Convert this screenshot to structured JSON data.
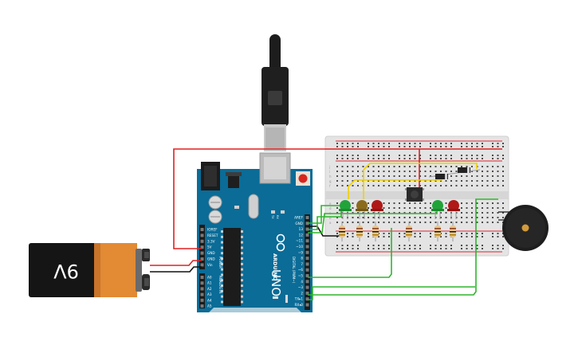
{
  "battery": {
    "label": "9V",
    "voltage": "9V"
  },
  "arduino": {
    "brand": "ARDUINO",
    "model": "UNO",
    "header_digital_label": "DIGITAL (PWM~)",
    "header_power_label": "POWER",
    "header_analog_label": "ANALOG IN",
    "led_tx": "TX",
    "led_rx": "RX",
    "digital_pins": [
      "AREF",
      "GND",
      "13",
      "12",
      "~11",
      "~10",
      "~9",
      "8",
      "7",
      "~6",
      "~5",
      "4",
      "~3",
      "2",
      "TX▸1",
      "RX◂0"
    ],
    "power_pins": [
      "IOREF",
      "RESET",
      "3.3V",
      "5V",
      "GND",
      "GND",
      "Vin"
    ],
    "analog_pins": [
      "A0",
      "A1",
      "A2",
      "A3",
      "A4",
      "A5"
    ]
  },
  "breadboard": {
    "row_letters_top": [
      "j",
      "i",
      "h",
      "g",
      "f"
    ],
    "row_letters_bottom": [
      "e",
      "d",
      "c",
      "b",
      "a"
    ]
  },
  "components": {
    "leds": [
      {
        "name": "led-green-1",
        "color": "#22a33a"
      },
      {
        "name": "led-yellow",
        "color": "#8a6b1e"
      },
      {
        "name": "led-red-1",
        "color": "#b01818"
      },
      {
        "name": "led-green-2",
        "color": "#22a33a"
      },
      {
        "name": "led-red-2",
        "color": "#b01818"
      }
    ],
    "pushbutton": "pushbutton",
    "diode": "diode",
    "buzzer": "piezo-buzzer"
  },
  "wire_colors": {
    "power": "#e02020",
    "ground": "#111111",
    "signal_green": "#2fb52f",
    "signal_yellow": "#f0d000"
  }
}
